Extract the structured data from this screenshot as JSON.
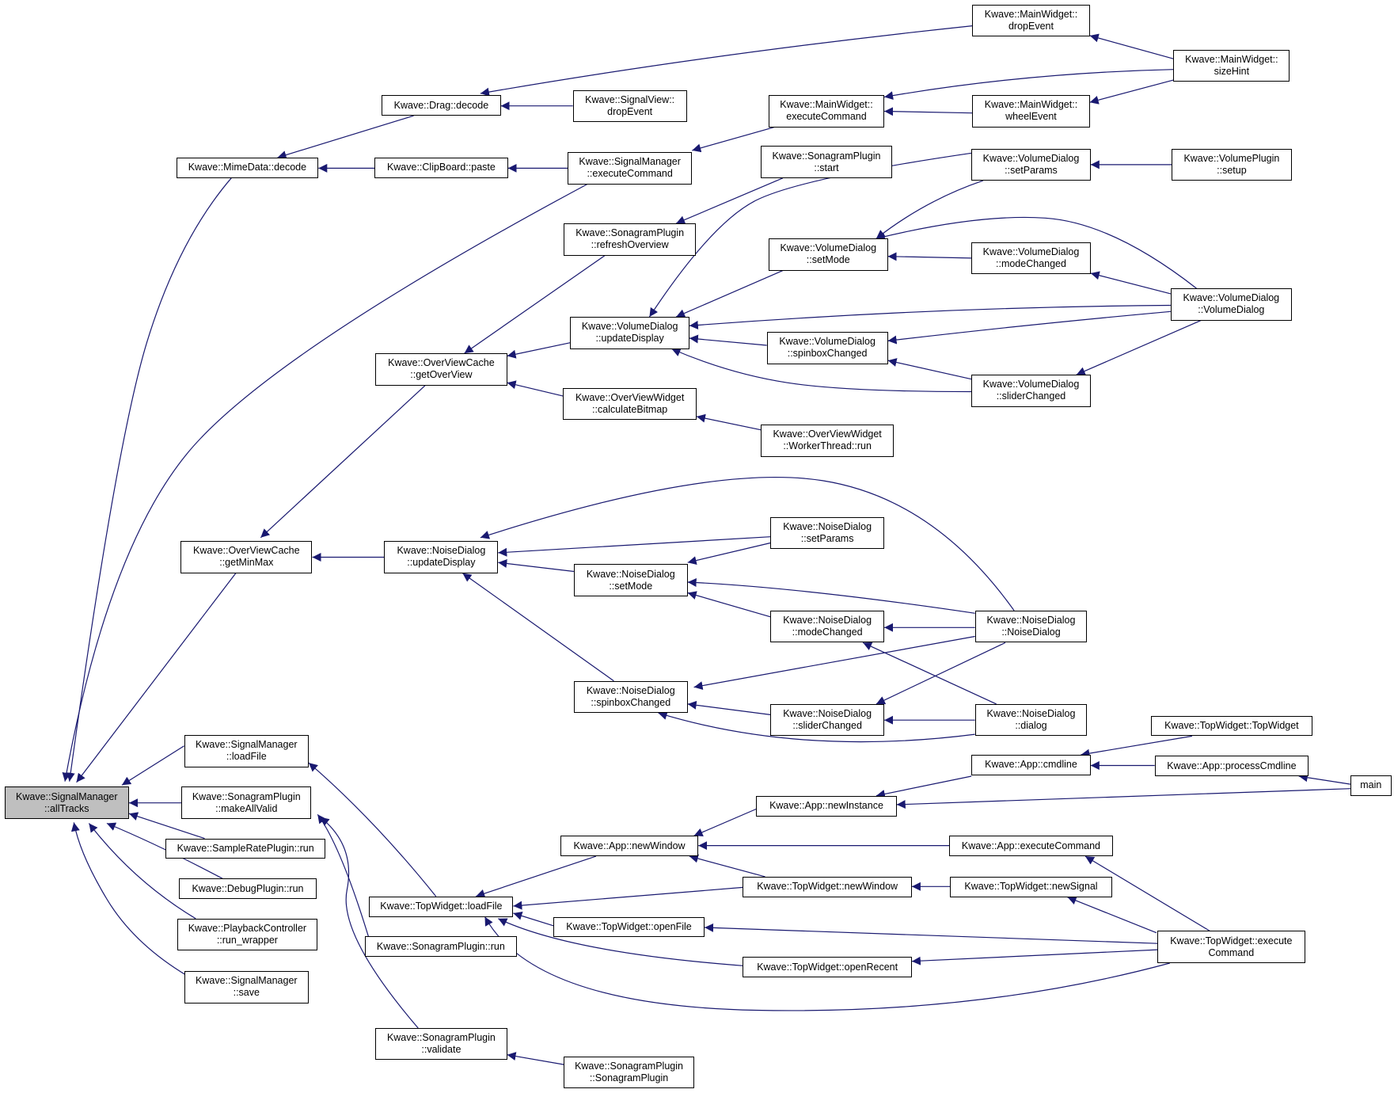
{
  "graph": {
    "root": "n0",
    "nodes": [
      {
        "id": "n0",
        "lines": [
          "Kwave::SignalManager",
          "::allTracks"
        ],
        "highlight": true
      },
      {
        "id": "n1",
        "lines": [
          "Kwave::MimeData::decode"
        ]
      },
      {
        "id": "n2",
        "lines": [
          "Kwave::OverViewCache",
          "::getMinMax"
        ]
      },
      {
        "id": "n3",
        "lines": [
          "Kwave::SignalManager",
          "::loadFile"
        ]
      },
      {
        "id": "n4",
        "lines": [
          "Kwave::SonagramPlugin",
          "::makeAllValid"
        ]
      },
      {
        "id": "n5",
        "lines": [
          "Kwave::SampleRatePlugin::run"
        ]
      },
      {
        "id": "n6",
        "lines": [
          "Kwave::DebugPlugin::run"
        ]
      },
      {
        "id": "n7",
        "lines": [
          "Kwave::PlaybackController",
          "::run_wrapper"
        ]
      },
      {
        "id": "n8",
        "lines": [
          "Kwave::SignalManager",
          "::save"
        ]
      },
      {
        "id": "n9",
        "lines": [
          "Kwave::Drag::decode"
        ]
      },
      {
        "id": "n10",
        "lines": [
          "Kwave::ClipBoard::paste"
        ]
      },
      {
        "id": "n11",
        "lines": [
          "Kwave::OverViewCache",
          "::getOverView"
        ]
      },
      {
        "id": "n12",
        "lines": [
          "Kwave::NoiseDialog",
          "::updateDisplay"
        ]
      },
      {
        "id": "n13",
        "lines": [
          "Kwave::TopWidget::loadFile"
        ]
      },
      {
        "id": "n14",
        "lines": [
          "Kwave::SonagramPlugin::run"
        ]
      },
      {
        "id": "n15",
        "lines": [
          "Kwave::SonagramPlugin",
          "::validate"
        ]
      },
      {
        "id": "n16",
        "lines": [
          "Kwave::SignalView::",
          "dropEvent"
        ]
      },
      {
        "id": "n17",
        "lines": [
          "Kwave::SignalManager",
          "::executeCommand"
        ]
      },
      {
        "id": "n18",
        "lines": [
          "Kwave::SonagramPlugin",
          "::refreshOverview"
        ]
      },
      {
        "id": "n19",
        "lines": [
          "Kwave::VolumeDialog",
          "::updateDisplay"
        ]
      },
      {
        "id": "n20",
        "lines": [
          "Kwave::OverViewWidget",
          "::calculateBitmap"
        ]
      },
      {
        "id": "n21",
        "lines": [
          "Kwave::NoiseDialog",
          "::setMode"
        ]
      },
      {
        "id": "n22",
        "lines": [
          "Kwave::NoiseDialog",
          "::spinboxChanged"
        ]
      },
      {
        "id": "n23",
        "lines": [
          "Kwave::App::newWindow"
        ]
      },
      {
        "id": "n24",
        "lines": [
          "Kwave::TopWidget::openFile"
        ]
      },
      {
        "id": "n25",
        "lines": [
          "Kwave::SonagramPlugin",
          "::SonagramPlugin"
        ]
      },
      {
        "id": "n26",
        "lines": [
          "Kwave::MainWidget::",
          "executeCommand"
        ]
      },
      {
        "id": "n27",
        "lines": [
          "Kwave::SonagramPlugin",
          "::start"
        ]
      },
      {
        "id": "n28",
        "lines": [
          "Kwave::VolumeDialog",
          "::setMode"
        ]
      },
      {
        "id": "n29",
        "lines": [
          "Kwave::VolumeDialog",
          "::spinboxChanged"
        ]
      },
      {
        "id": "n30",
        "lines": [
          "Kwave::OverViewWidget",
          "::WorkerThread::run"
        ]
      },
      {
        "id": "n31",
        "lines": [
          "Kwave::NoiseDialog",
          "::setParams"
        ]
      },
      {
        "id": "n32",
        "lines": [
          "Kwave::NoiseDialog",
          "::modeChanged"
        ]
      },
      {
        "id": "n33",
        "lines": [
          "Kwave::NoiseDialog",
          "::sliderChanged"
        ]
      },
      {
        "id": "n34",
        "lines": [
          "Kwave::App::newInstance"
        ]
      },
      {
        "id": "n35",
        "lines": [
          "Kwave::TopWidget::newWindow"
        ]
      },
      {
        "id": "n36",
        "lines": [
          "Kwave::TopWidget::openRecent"
        ]
      },
      {
        "id": "n37",
        "lines": [
          "Kwave::MainWidget::",
          "dropEvent"
        ]
      },
      {
        "id": "n38",
        "lines": [
          "Kwave::MainWidget::",
          "wheelEvent"
        ]
      },
      {
        "id": "n39",
        "lines": [
          "Kwave::VolumeDialog",
          "::setParams"
        ]
      },
      {
        "id": "n40",
        "lines": [
          "Kwave::VolumeDialog",
          "::modeChanged"
        ]
      },
      {
        "id": "n41",
        "lines": [
          "Kwave::VolumeDialog",
          "::sliderChanged"
        ]
      },
      {
        "id": "n42",
        "lines": [
          "Kwave::NoiseDialog",
          "::NoiseDialog"
        ]
      },
      {
        "id": "n43",
        "lines": [
          "Kwave::NoiseDialog",
          "::dialog"
        ]
      },
      {
        "id": "n44",
        "lines": [
          "Kwave::App::cmdline"
        ]
      },
      {
        "id": "n45",
        "lines": [
          "Kwave::App::executeCommand"
        ]
      },
      {
        "id": "n46",
        "lines": [
          "Kwave::TopWidget::newSignal"
        ]
      },
      {
        "id": "n47",
        "lines": [
          "Kwave::MainWidget::",
          "sizeHint"
        ]
      },
      {
        "id": "n48",
        "lines": [
          "Kwave::VolumePlugin",
          "::setup"
        ]
      },
      {
        "id": "n49",
        "lines": [
          "Kwave::VolumeDialog",
          "::VolumeDialog"
        ]
      },
      {
        "id": "n50",
        "lines": [
          "Kwave::TopWidget::TopWidget"
        ]
      },
      {
        "id": "n51",
        "lines": [
          "Kwave::App::processCmdline"
        ]
      },
      {
        "id": "n52",
        "lines": [
          "Kwave::TopWidget::execute",
          "Command"
        ]
      },
      {
        "id": "n53",
        "lines": [
          "main"
        ]
      }
    ],
    "edges": [
      [
        "n1",
        "n0"
      ],
      [
        "n2",
        "n0"
      ],
      [
        "n3",
        "n0"
      ],
      [
        "n4",
        "n0"
      ],
      [
        "n5",
        "n0"
      ],
      [
        "n6",
        "n0"
      ],
      [
        "n7",
        "n0"
      ],
      [
        "n8",
        "n0"
      ],
      [
        "n17",
        "n0"
      ],
      [
        "n9",
        "n1"
      ],
      [
        "n10",
        "n1"
      ],
      [
        "n16",
        "n9"
      ],
      [
        "n37",
        "n9"
      ],
      [
        "n17",
        "n10"
      ],
      [
        "n26",
        "n17"
      ],
      [
        "n47",
        "n26"
      ],
      [
        "n38",
        "n26"
      ],
      [
        "n47",
        "n37"
      ],
      [
        "n47",
        "n38"
      ],
      [
        "n11",
        "n2"
      ],
      [
        "n12",
        "n2"
      ],
      [
        "n18",
        "n11"
      ],
      [
        "n19",
        "n11"
      ],
      [
        "n20",
        "n11"
      ],
      [
        "n27",
        "n18"
      ],
      [
        "n30",
        "n20"
      ],
      [
        "n39",
        "n19"
      ],
      [
        "n28",
        "n19"
      ],
      [
        "n29",
        "n19"
      ],
      [
        "n41",
        "n19"
      ],
      [
        "n49",
        "n19"
      ],
      [
        "n48",
        "n39"
      ],
      [
        "n39",
        "n28"
      ],
      [
        "n49",
        "n28"
      ],
      [
        "n40",
        "n28"
      ],
      [
        "n49",
        "n40"
      ],
      [
        "n49",
        "n29"
      ],
      [
        "n41",
        "n29"
      ],
      [
        "n49",
        "n41"
      ],
      [
        "n31",
        "n12"
      ],
      [
        "n21",
        "n12"
      ],
      [
        "n22",
        "n12"
      ],
      [
        "n42",
        "n12"
      ],
      [
        "n31",
        "n21"
      ],
      [
        "n42",
        "n21"
      ],
      [
        "n32",
        "n21"
      ],
      [
        "n42",
        "n32"
      ],
      [
        "n43",
        "n32"
      ],
      [
        "n42",
        "n22"
      ],
      [
        "n33",
        "n22"
      ],
      [
        "n43",
        "n22"
      ],
      [
        "n42",
        "n33"
      ],
      [
        "n43",
        "n33"
      ],
      [
        "n13",
        "n3"
      ],
      [
        "n14",
        "n4"
      ],
      [
        "n15",
        "n4"
      ],
      [
        "n25",
        "n15"
      ],
      [
        "n23",
        "n13"
      ],
      [
        "n35",
        "n13"
      ],
      [
        "n24",
        "n13"
      ],
      [
        "n36",
        "n13"
      ],
      [
        "n52",
        "n13"
      ],
      [
        "n34",
        "n23"
      ],
      [
        "n45",
        "n23"
      ],
      [
        "n35",
        "n23"
      ],
      [
        "n44",
        "n34"
      ],
      [
        "n53",
        "n34"
      ],
      [
        "n50",
        "n44"
      ],
      [
        "n51",
        "n44"
      ],
      [
        "n53",
        "n51"
      ],
      [
        "n52",
        "n45"
      ],
      [
        "n46",
        "n35"
      ],
      [
        "n52",
        "n46"
      ],
      [
        "n52",
        "n24"
      ],
      [
        "n52",
        "n36"
      ]
    ]
  }
}
